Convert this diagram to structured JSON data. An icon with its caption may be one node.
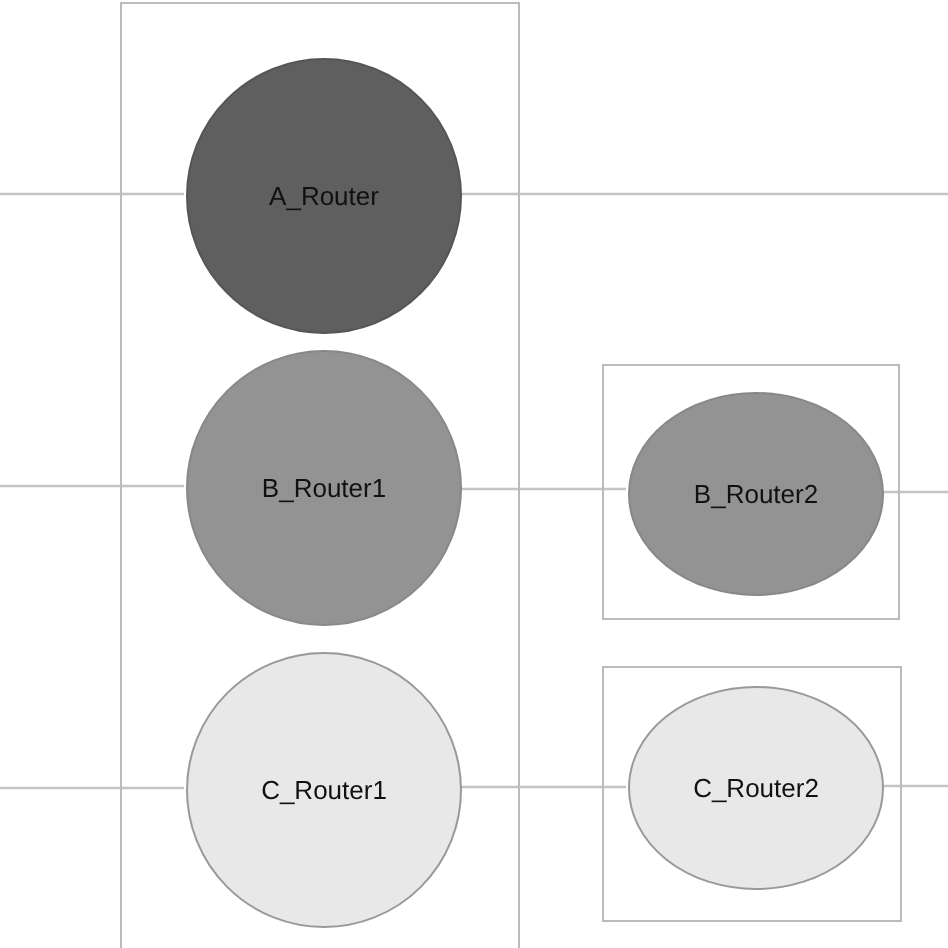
{
  "diagram": {
    "nodes": [
      {
        "text": [],
        "shape": "box"
      },
      {
        "text": [
          "A_Router"
        ],
        "in": 0
      },
      {
        "text": [
          "B_Router1"
        ],
        "in": 0
      },
      {
        "text": [
          "C_Router1"
        ],
        "in": 0
      },
      {
        "text": [],
        "shape": "box"
      },
      {
        "text": [
          "B_Router2"
        ],
        "in": 4
      },
      {
        "text": [],
        "shape": "box"
      },
      {
        "text": [
          "C_Router2"
        ],
        "in": 6
      }
    ],
    "edges": [
      {
        "from": null,
        "to": 1,
        "arrow": "none"
      },
      {
        "from": 1,
        "to": null,
        "arrow": "none"
      },
      {
        "from": null,
        "to": 2,
        "arrow": "none"
      },
      {
        "from": 2,
        "to": 5,
        "arrow": "none"
      },
      {
        "from": 5,
        "to": null,
        "arrow": "none"
      },
      {
        "from": null,
        "to": 3,
        "arrow": "none"
      },
      {
        "from": 3,
        "to": 7,
        "arrow": "none"
      },
      {
        "from": 7,
        "to": null,
        "arrow": "none"
      }
    ]
  }
}
